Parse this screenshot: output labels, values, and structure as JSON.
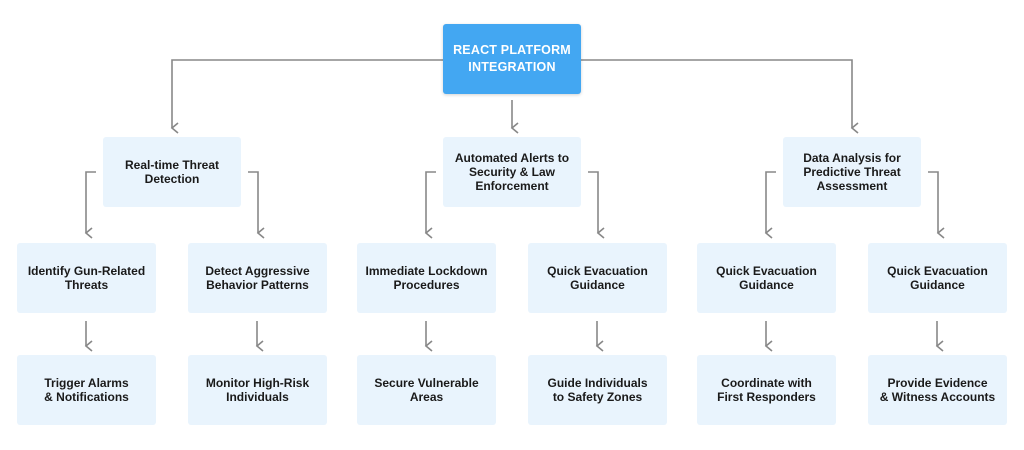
{
  "colors": {
    "root_fill": "#43a7f2",
    "root_text": "#ffffff",
    "node_fill": "#e9f4fd",
    "node_text": "#1a1a1a",
    "connector": "#888888"
  },
  "diagram": {
    "root": {
      "label": "REACT PLATFORM\nINTEGRATION"
    },
    "branches": [
      {
        "label": "Real-time Threat\nDetection",
        "children": [
          {
            "label": "Identify Gun-Related\nThreats",
            "leaf": "Trigger Alarms\n& Notifications"
          },
          {
            "label": "Detect Aggressive\nBehavior Patterns",
            "leaf": "Monitor High-Risk\nIndividuals"
          }
        ]
      },
      {
        "label": "Automated Alerts to\nSecurity & Law\nEnforcement",
        "children": [
          {
            "label": "Immediate Lockdown\nProcedures",
            "leaf": "Secure Vulnerable\nAreas"
          },
          {
            "label": "Quick Evacuation\nGuidance",
            "leaf": "Guide Individuals\nto Safety Zones"
          }
        ]
      },
      {
        "label": "Data Analysis for\nPredictive Threat\nAssessment",
        "children": [
          {
            "label": "Quick Evacuation\nGuidance",
            "leaf": "Coordinate with\nFirst Responders"
          },
          {
            "label": "Quick Evacuation\nGuidance",
            "leaf": "Provide Evidence\n& Witness Accounts"
          }
        ]
      }
    ]
  }
}
